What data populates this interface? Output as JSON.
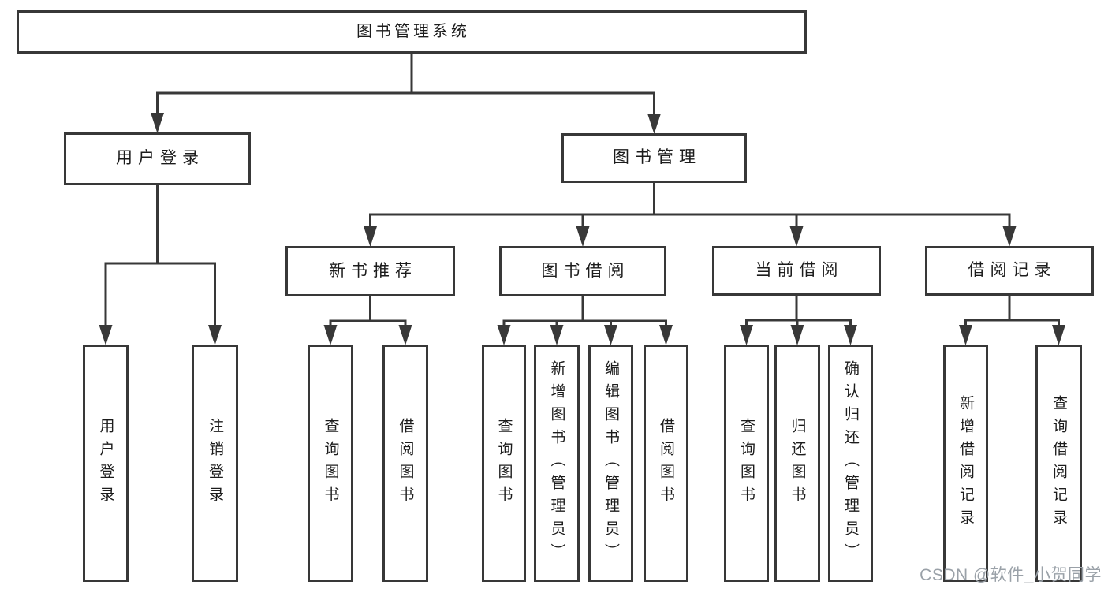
{
  "diagram": {
    "type": "tree",
    "nodes": [
      {
        "id": "root",
        "label": "图书管理系统",
        "parent": null
      },
      {
        "id": "user-login",
        "label": "用户登录",
        "parent": "root"
      },
      {
        "id": "book-mgmt",
        "label": "图书管理",
        "parent": "root"
      },
      {
        "id": "ul-login",
        "label": "用户登录",
        "parent": "user-login"
      },
      {
        "id": "ul-logout",
        "label": "注销登录",
        "parent": "user-login"
      },
      {
        "id": "new-book-rec",
        "label": "新书推荐",
        "parent": "book-mgmt"
      },
      {
        "id": "book-borrow",
        "label": "图书借阅",
        "parent": "book-mgmt"
      },
      {
        "id": "current-borrow",
        "label": "当前借阅",
        "parent": "book-mgmt"
      },
      {
        "id": "borrow-records",
        "label": "借阅记录",
        "parent": "book-mgmt"
      },
      {
        "id": "nb-query",
        "label": "查询图书",
        "parent": "new-book-rec"
      },
      {
        "id": "nb-borrow",
        "label": "借阅图书",
        "parent": "new-book-rec"
      },
      {
        "id": "bb-query",
        "label": "查询图书",
        "parent": "book-borrow"
      },
      {
        "id": "bb-add",
        "label": "新增图书（管理员）",
        "parent": "book-borrow"
      },
      {
        "id": "bb-edit",
        "label": "编辑图书（管理员）",
        "parent": "book-borrow"
      },
      {
        "id": "bb-borrow",
        "label": "借阅图书",
        "parent": "book-borrow"
      },
      {
        "id": "cb-query",
        "label": "查询图书",
        "parent": "current-borrow"
      },
      {
        "id": "cb-return",
        "label": "归还图书",
        "parent": "current-borrow"
      },
      {
        "id": "cb-confirm",
        "label": "确认归还（管理员）",
        "parent": "current-borrow"
      },
      {
        "id": "br-add",
        "label": "新增借阅记录",
        "parent": "borrow-records"
      },
      {
        "id": "br-query",
        "label": "查询借阅记录",
        "parent": "borrow-records"
      }
    ]
  },
  "watermark": {
    "text": "CSDN @软件_小贺同学"
  },
  "colors": {
    "line": "#383838",
    "text": "#1c1c1c",
    "background": "#ffffff",
    "watermark": "#9aa1a8"
  }
}
